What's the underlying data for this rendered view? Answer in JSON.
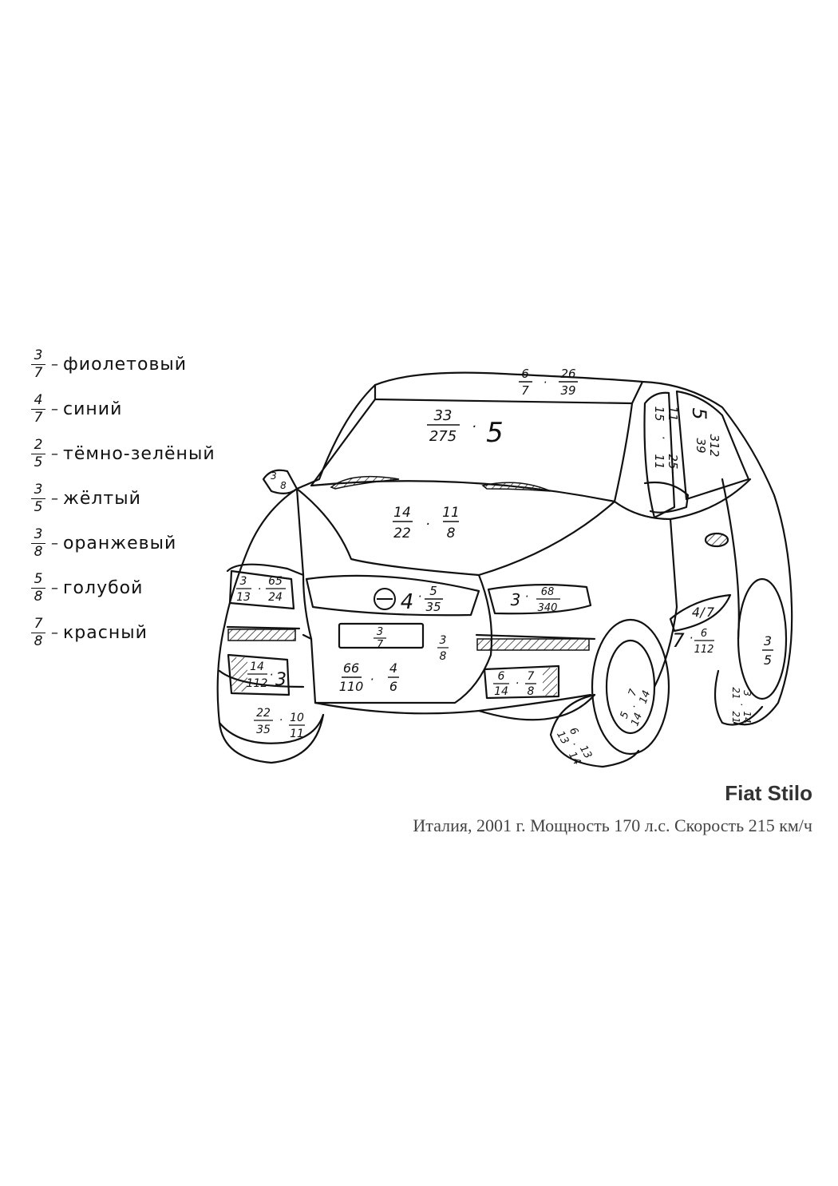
{
  "legend": [
    {
      "num": "3",
      "den": "7",
      "color": "фиолетовый"
    },
    {
      "num": "4",
      "den": "7",
      "color": "синий"
    },
    {
      "num": "2",
      "den": "5",
      "color": "тёмно-зелёный"
    },
    {
      "num": "3",
      "den": "5",
      "color": "жёлтый"
    },
    {
      "num": "3",
      "den": "8",
      "color": "оранжевый"
    },
    {
      "num": "5",
      "den": "8",
      "color": "голубой"
    },
    {
      "num": "7",
      "den": "8",
      "color": "красный"
    }
  ],
  "car": {
    "windshield": {
      "num": "33",
      "den": "275",
      "mult": "5"
    },
    "roof": {
      "num1": "6",
      "den1": "7",
      "num2": "26",
      "den2": "39"
    },
    "side_window_front": {
      "num1": "15",
      "den1": "11",
      "num2": "11",
      "den2": "25"
    },
    "side_window_rear": {
      "whole": "5",
      "num": "39",
      "den": "312"
    },
    "mirror": {
      "num": "3",
      "den": "8"
    },
    "hood": {
      "num1": "14",
      "den1": "22",
      "num2": "11",
      "den2": "8"
    },
    "left_headlight": {
      "num1": "3",
      "den1": "13",
      "num2": "65",
      "den2": "24"
    },
    "grille": {
      "whole": "4",
      "num": "5",
      "den": "35"
    },
    "right_headlight": {
      "whole": "3",
      "num": "68",
      "den": "340"
    },
    "plate": {
      "num": "3",
      "den": "7"
    },
    "bumper_right_fraction": {
      "num": "3",
      "den": "8"
    },
    "left_foglight": {
      "num": "14",
      "den": "112",
      "mult": "3"
    },
    "lower_bumper": {
      "num1": "66",
      "den1": "110",
      "num2": "4",
      "den2": "6"
    },
    "right_foglight": {
      "num1": "6",
      "den1": "14",
      "num2": "7",
      "den2": "8"
    },
    "front_left_wheel": {
      "num1": "22",
      "den1": "35",
      "num2": "10",
      "den2": "11"
    },
    "side_stripe": {
      "num": "4",
      "den": "7"
    },
    "door": {
      "whole": "7",
      "num": "6",
      "den": "112"
    },
    "rear_fender": {
      "num": "3",
      "den": "5"
    },
    "front_right_tire": {
      "num1": "6",
      "den1": "13",
      "num2": "13",
      "den2": "14"
    },
    "front_right_rim": {
      "num1": "5",
      "den1": "14",
      "num2": "7",
      "den2": "14"
    },
    "rear_tire": {
      "num1": "3",
      "den1": "21",
      "num2": "14",
      "den2": "21"
    }
  },
  "caption": {
    "title": "Fiat Stilo",
    "subtitle": "Италия, 2001 г. Мощность 170 л.с. Скорость 215 км/ч"
  }
}
